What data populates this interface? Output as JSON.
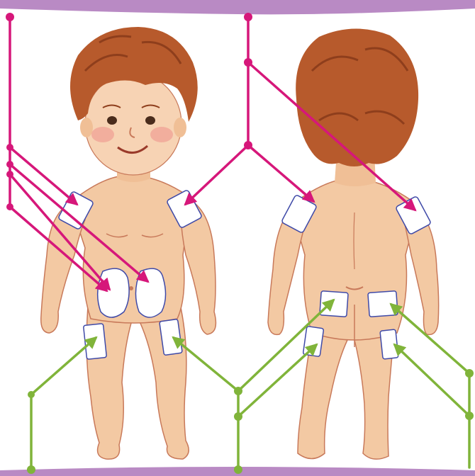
{
  "colors": {
    "banner": "#b98ac4",
    "skin": "#f3c9a3",
    "skin_shadow": "#e3a47c",
    "skin_outline": "#c8795a",
    "hair": "#b75a2c",
    "hair_dark": "#8e3e1c",
    "cheek": "#ef8f8a",
    "patch": "#ffffff",
    "patch_outline": "#3f4aa8",
    "magenta": "#d6177a",
    "green": "#80b43a"
  },
  "figures": [
    {
      "id": "front",
      "view": "front"
    },
    {
      "id": "back",
      "view": "back"
    }
  ],
  "patches": [
    {
      "id": "front-left-shoulder",
      "figure": "front"
    },
    {
      "id": "front-right-shoulder",
      "figure": "front"
    },
    {
      "id": "front-left-belly",
      "figure": "front"
    },
    {
      "id": "front-right-belly",
      "figure": "front"
    },
    {
      "id": "front-left-thigh",
      "figure": "front"
    },
    {
      "id": "front-right-thigh",
      "figure": "front"
    },
    {
      "id": "back-left-shoulder",
      "figure": "back"
    },
    {
      "id": "back-right-shoulder",
      "figure": "back"
    },
    {
      "id": "back-left-buttock",
      "figure": "back"
    },
    {
      "id": "back-right-buttock",
      "figure": "back"
    },
    {
      "id": "back-left-thigh",
      "figure": "back"
    },
    {
      "id": "back-right-thigh",
      "figure": "back"
    }
  ],
  "connectors": [
    {
      "id": "magenta-left-trunk",
      "color": "magenta"
    },
    {
      "id": "magenta-center-trunk",
      "color": "magenta"
    },
    {
      "id": "green-left-trunk",
      "color": "green"
    },
    {
      "id": "green-center-trunk",
      "color": "green"
    },
    {
      "id": "green-right-trunk",
      "color": "green"
    }
  ]
}
